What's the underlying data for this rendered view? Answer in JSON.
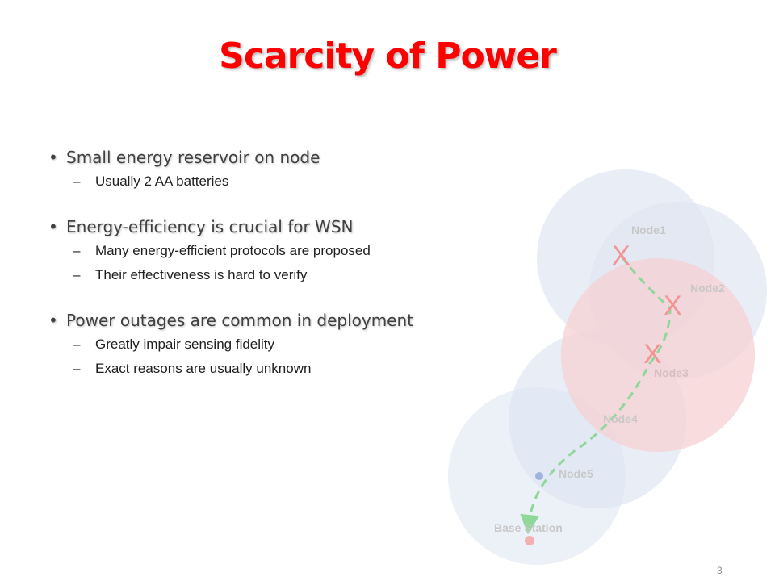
{
  "slide": {
    "title": "Scarcity of Power",
    "page_number": "3"
  },
  "bullets": [
    {
      "text": "Small energy reservoir on node",
      "subs": [
        "Usually 2 AA batteries"
      ]
    },
    {
      "text": "Energy-efficiency is crucial for WSN",
      "subs": [
        "Many energy-efficient protocols are proposed",
        "Their effectiveness is hard to verify"
      ]
    },
    {
      "text": "Power outages are common in deployment",
      "subs": [
        "Greatly impair sensing fidelity",
        "Exact reasons are usually unknown"
      ]
    }
  ],
  "bullet_symbol": "•",
  "sub_symbol": "–",
  "diagram": {
    "nodes": [
      "Node1",
      "Node2",
      "Node3",
      "Node4",
      "Node5",
      "Base Station"
    ],
    "failure_mark": "X",
    "colors": {
      "node_circle": "#c8d6ea",
      "node3_circle": "#f0b8bc",
      "label": "#c0c0c0",
      "x_mark": "#f08c8c",
      "path": "#8fd89a",
      "node5_dot": "#8aa0d8",
      "base_dot": "#f0b8b8",
      "title": "#ff0000"
    }
  }
}
